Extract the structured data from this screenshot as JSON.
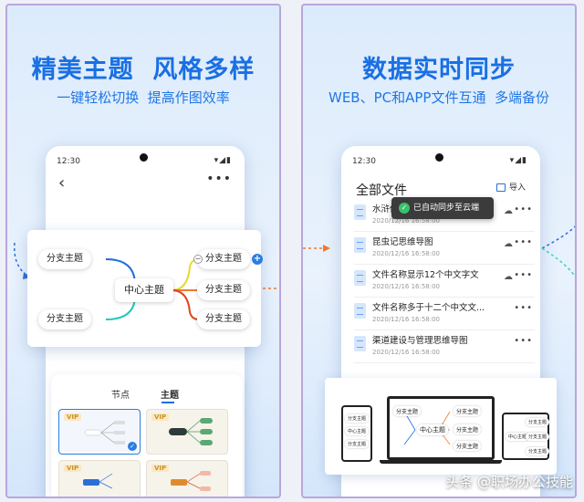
{
  "left": {
    "headline": "精美主题  风格多样",
    "subheadline": "一键轻松切换  提高作图效率",
    "phone": {
      "time": "12:30"
    },
    "mindmap": {
      "center": "中心主题",
      "branches": [
        "分支主题",
        "分支主题",
        "分支主题",
        "分支主题",
        "分支主题"
      ]
    },
    "tabs": [
      "节点",
      "主题"
    ],
    "active_tab": "主题",
    "theme_badge": "VIP"
  },
  "right": {
    "headline": "数据实时同步",
    "subheadline": "WEB、PC和APP文件互通  多端备份",
    "phone": {
      "time": "12:30"
    },
    "list_title": "全部文件",
    "import_label": "导入",
    "toast": "已自动同步至云端",
    "files": [
      {
        "name": "水浒传",
        "date": "2020/12/16 16:58:00"
      },
      {
        "name": "昆虫记思维导图",
        "date": "2020/12/16 16:58:00"
      },
      {
        "name": "文件名称显示12个中文字文",
        "date": "2020/12/16 16:58:00"
      },
      {
        "name": "文件名称多于十二个中文文...",
        "date": "2020/12/16 16:58:00"
      },
      {
        "name": "渠道建设与管理思维导图",
        "date": "2020/12/16 16:58:00"
      }
    ],
    "devices": {
      "center": "中心主题",
      "branch": "分支主题"
    }
  },
  "watermark": "头条 @职场办公技能",
  "colors": {
    "accent": "#1a6fe3",
    "orange": "#f07a2e",
    "teal": "#3ad0c8",
    "purple_border": "#b9a6de"
  }
}
